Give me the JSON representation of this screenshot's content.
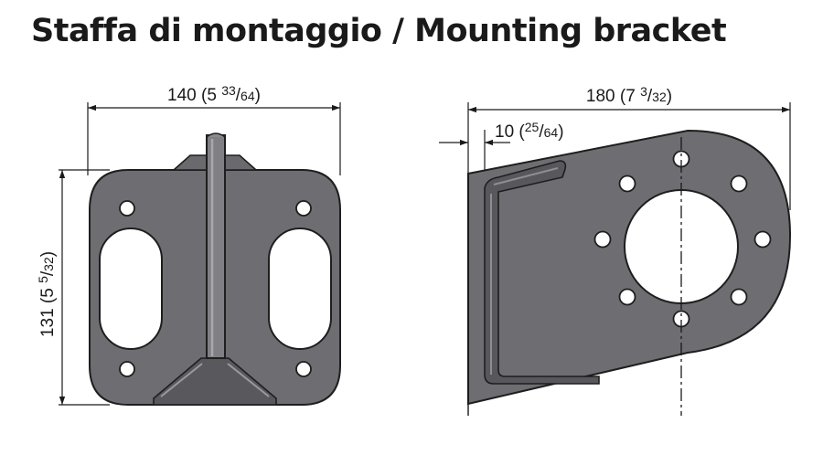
{
  "title": "Staffa di montaggio / Mounting bracket",
  "dimensions": {
    "front_width": {
      "value": "140",
      "open": " (5 ",
      "num": "33",
      "slash": "/",
      "den": "64",
      "close": ")"
    },
    "height": {
      "value": "131",
      "open": " (5 ",
      "num": "5",
      "slash": "/",
      "den": "32",
      "close": ")"
    },
    "side_width": {
      "value": "180",
      "open": " (7 ",
      "num": "3",
      "slash": "/",
      "den": "32",
      "close": ")"
    },
    "side_thickness": {
      "value": "10",
      "open": " (",
      "num": "25",
      "slash": "/",
      "den": "64",
      "close": ")"
    }
  },
  "colors": {
    "part_fill": "#6e6e72",
    "part_stroke": "#1e1e1e",
    "line": "#1a1a1a"
  }
}
